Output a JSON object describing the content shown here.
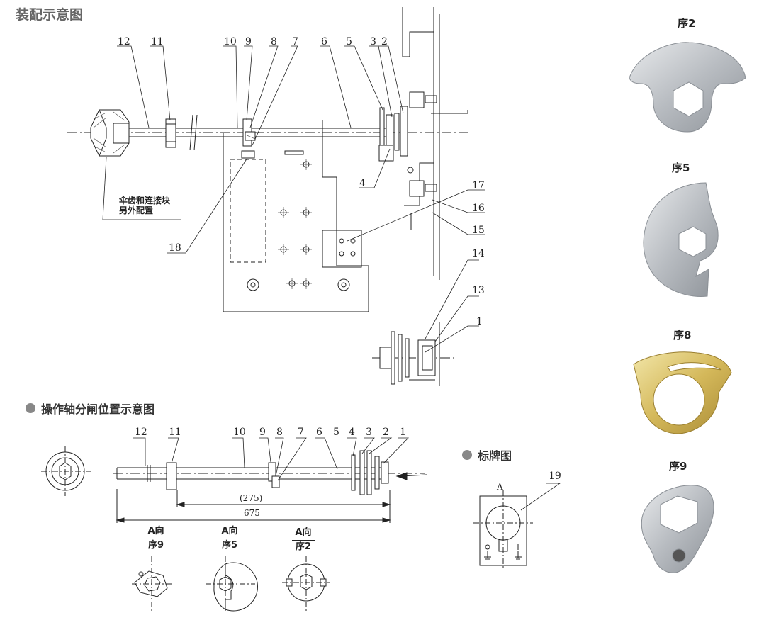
{
  "page_title": "装配示意图",
  "assembly": {
    "callouts": [
      "12",
      "11",
      "10",
      "9",
      "8",
      "7",
      "6",
      "5",
      "3",
      "2",
      "4",
      "17",
      "16",
      "15",
      "18",
      "14",
      "13",
      "1"
    ],
    "note_line1": "伞齿和连接块",
    "note_line2": "另外配置"
  },
  "shaft_section": {
    "title": "操作轴分闸位置示意图",
    "callouts": [
      "12",
      "11",
      "10",
      "9",
      "8",
      "7",
      "6",
      "5",
      "4",
      "3",
      "2",
      "1"
    ],
    "dim_inner": "(275)",
    "dim_total": "675",
    "views": [
      {
        "direction": "A向",
        "seq": "序9"
      },
      {
        "direction": "A向",
        "seq": "序5"
      },
      {
        "direction": "A向",
        "seq": "序2"
      }
    ]
  },
  "nameplate_section": {
    "title": "标牌图",
    "view_label": "A",
    "callout": "19"
  },
  "photos": [
    {
      "label": "序2",
      "color": "#c9ccd0"
    },
    {
      "label": "序5",
      "color": "#c9ccd0"
    },
    {
      "label": "序8",
      "color": "#d9c36a"
    },
    {
      "label": "序9",
      "color": "#c9ccd0"
    }
  ]
}
